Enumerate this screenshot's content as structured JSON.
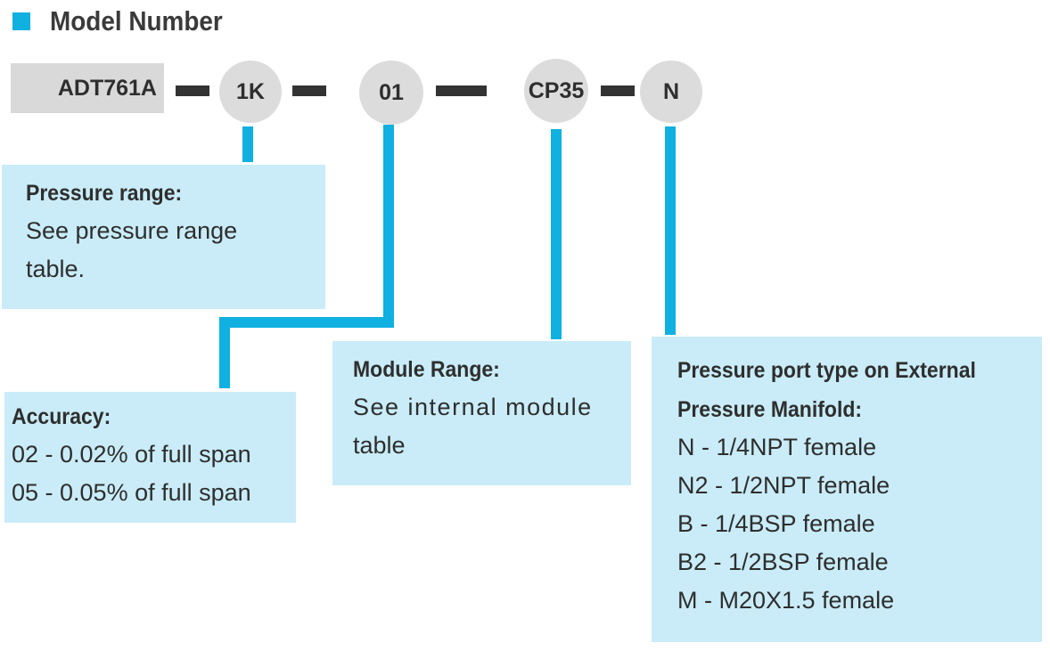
{
  "title": "Model Number",
  "base_model": "ADT761A",
  "codes": [
    "1K",
    "01",
    "CP35",
    "N"
  ],
  "colors": {
    "accent": "#10b0e0",
    "box_fill": "#c9ecf8",
    "circle_fill": "#dcdcdc",
    "base_fill": "#d9d9d9",
    "dash": "#333333"
  },
  "boxes": {
    "pressure_range": {
      "heading": "Pressure range:",
      "lines": [
        "See pressure range",
        "table."
      ]
    },
    "accuracy": {
      "heading": "Accuracy:",
      "lines": [
        "02 - 0.02% of full span",
        "05 - 0.05% of full span"
      ]
    },
    "module_range": {
      "heading": "Module Range:",
      "lines": [
        "See internal module",
        "table"
      ]
    },
    "port_type": {
      "heading": "Pressure port type on External",
      "heading2": "Pressure Manifold:",
      "lines": [
        "N - 1/4NPT female",
        "N2 - 1/2NPT female",
        "B - 1/4BSP female",
        "B2 - 1/2BSP female",
        "M - M20X1.5 female"
      ]
    }
  }
}
